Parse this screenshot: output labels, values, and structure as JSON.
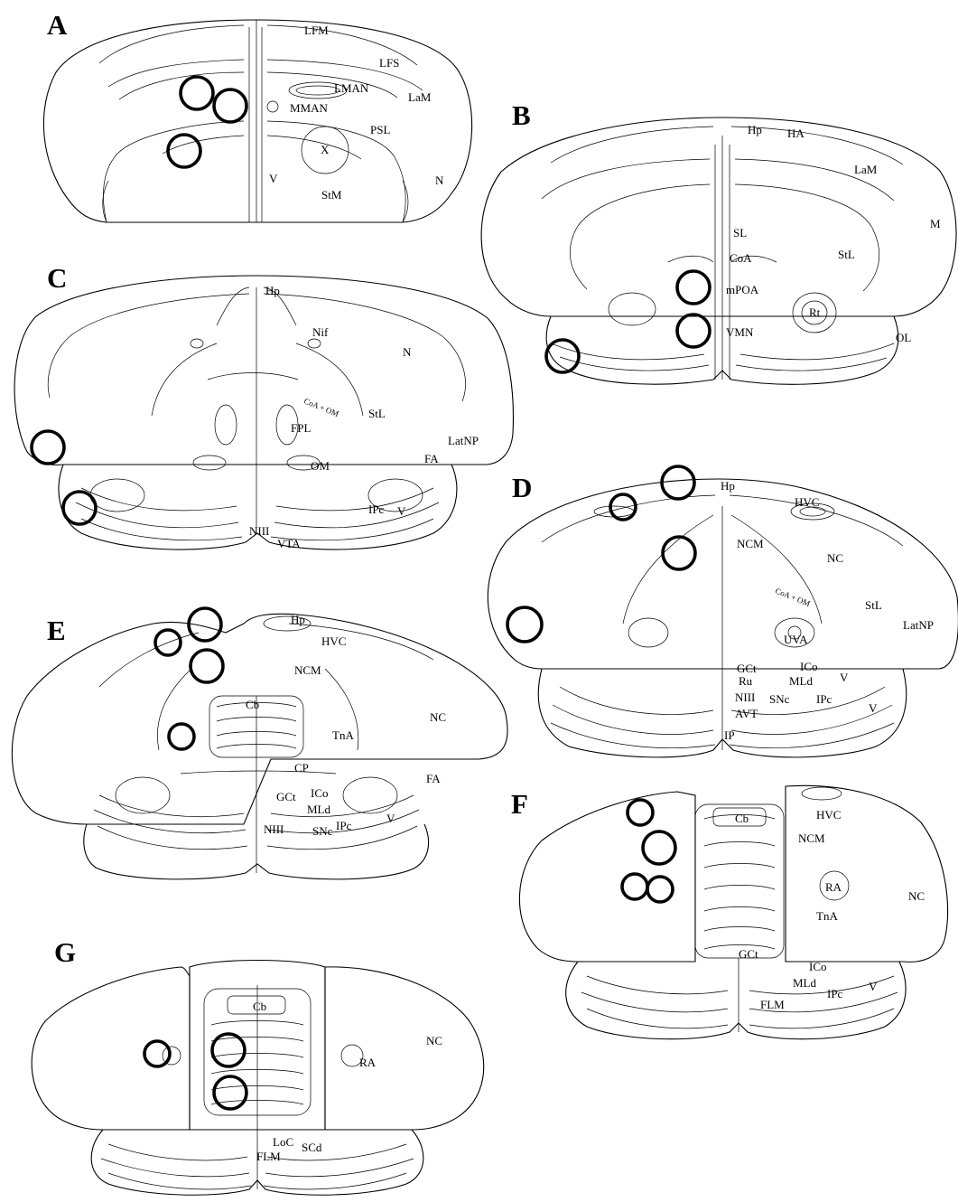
{
  "figure": {
    "panels": [
      {
        "id": "A",
        "letter": "A",
        "labels": [
          "LFM",
          "LFS",
          "LMAN",
          "LaM",
          "MMAN",
          "PSL",
          "X",
          "V",
          "StM",
          "N"
        ]
      },
      {
        "id": "B",
        "letter": "B",
        "labels": [
          "Hp",
          "HA",
          "LaM",
          "M",
          "SL",
          "StL",
          "CoA",
          "mPOA",
          "Rt",
          "VMN",
          "OL"
        ]
      },
      {
        "id": "C",
        "letter": "C",
        "labels": [
          "Hp",
          "Nif",
          "N",
          "CoA + OM",
          "StL",
          "FPL",
          "LatNP",
          "OM",
          "FA",
          "IPc",
          "V",
          "NIII",
          "VTA"
        ]
      },
      {
        "id": "D",
        "letter": "D",
        "labels": [
          "Hp",
          "HVC",
          "NCM",
          "NC",
          "CoA + OM",
          "StL",
          "UVA",
          "LatNP",
          "GCt",
          "ICo",
          "Ru",
          "MLd",
          "V",
          "NIII",
          "SNc",
          "IPc",
          "AVT",
          "V",
          "IP"
        ]
      },
      {
        "id": "E",
        "letter": "E",
        "labels": [
          "Hp",
          "HVC",
          "NCM",
          "Cb",
          "NC",
          "TnA",
          "CP",
          "FA",
          "GCt",
          "ICo",
          "MLd",
          "IPc",
          "V",
          "NIII",
          "SNc"
        ]
      },
      {
        "id": "F",
        "letter": "F",
        "labels": [
          "Cb",
          "HVC",
          "NCM",
          "RA",
          "NC",
          "TnA",
          "GCt",
          "ICo",
          "MLd",
          "IPc",
          "V",
          "FLM"
        ]
      },
      {
        "id": "G",
        "letter": "G",
        "labels": [
          "Cb",
          "NC",
          "RA",
          "LoC",
          "FLM",
          "SCd"
        ]
      }
    ]
  }
}
